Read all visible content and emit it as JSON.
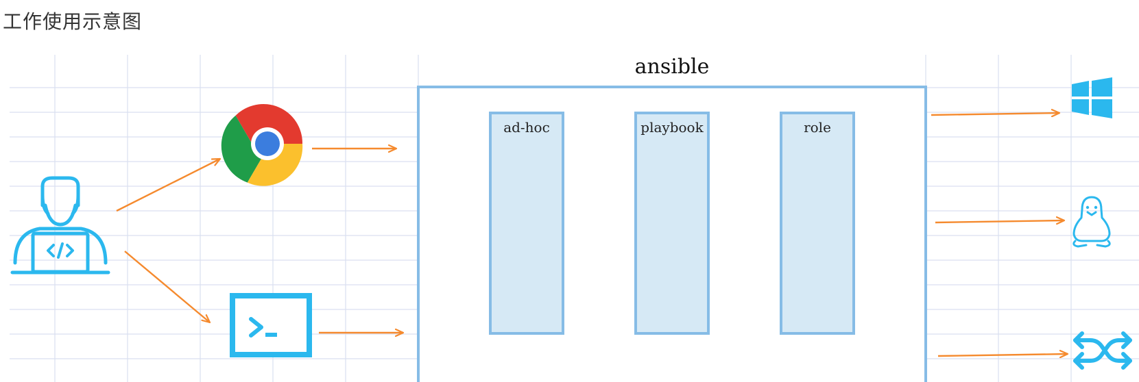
{
  "page": {
    "title": "工作使用示意图"
  },
  "ansible": {
    "title": "ansible",
    "modules": [
      {
        "label": "ad-hoc"
      },
      {
        "label": "playbook"
      },
      {
        "label": "role"
      }
    ]
  },
  "icons": {
    "user": "developer-laptop-icon",
    "browser": "chrome-icon",
    "terminal": "terminal-icon",
    "targets": [
      "windows-icon",
      "linux-icon",
      "network-switch-icon"
    ]
  },
  "colors": {
    "grid": "#d9dff0",
    "frame": "#86bce6",
    "module_fill": "#d6e9f5",
    "arrow": "#f58a2e",
    "icon_blue": "#2bb8ee",
    "chrome_red": "#e33a2f",
    "chrome_green": "#1f9d49",
    "chrome_yellow": "#fbc02d",
    "chrome_blue": "#3b7dde"
  }
}
